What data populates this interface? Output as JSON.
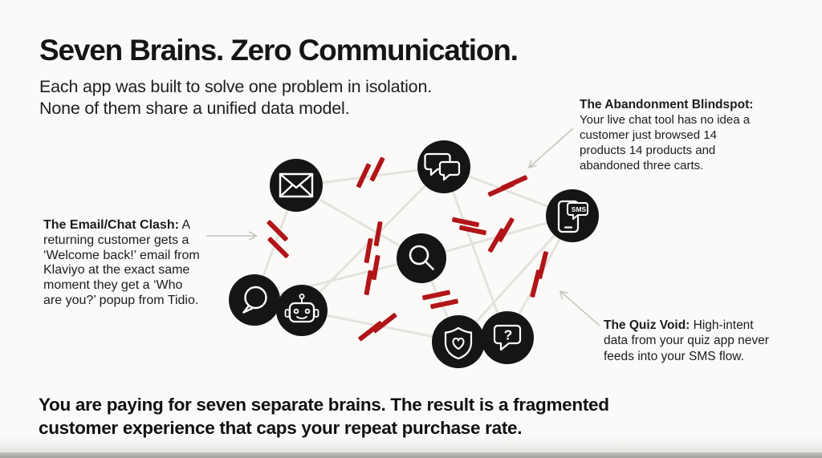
{
  "header": {
    "title": "Seven Brains. Zero Communication.",
    "subtitle_lines": [
      "Each app was built to solve one problem in isolation.",
      "None of them share a unified data model."
    ]
  },
  "callouts": {
    "abandonment": {
      "title": "The Abandonment Blindspot:",
      "lines": [
        "Your live chat tool has no idea a",
        "customer just browsed 14",
        "products 14 products and",
        "abandoned three carts."
      ]
    },
    "email_chat": {
      "title": "The Email/Chat Clash:",
      "lead": "A",
      "lines": [
        "returning customer gets a",
        "‘Welcome back!’ email from",
        "Klaviyo at the exact same",
        "moment they get a ‘Who",
        "are you?’ popup from Tidio."
      ]
    },
    "quiz": {
      "title": "The Quiz Void:",
      "lead": "High-intent",
      "lines": [
        "data from your quiz app never",
        "feeds into your SMS flow."
      ]
    }
  },
  "footer": {
    "lines": [
      "You are paying for seven separate brains. The result is a fragmented",
      "customer experience that caps your repeat purchase rate."
    ]
  },
  "diagram": {
    "sms_label": "SMS",
    "question_mark": "?",
    "node_icons": [
      "email-icon",
      "chat-bubbles-icon",
      "sms-phone-icon",
      "search-icon",
      "live-chat-icon",
      "chatbot-icon",
      "shield-heart-icon",
      "question-bubble-icon"
    ],
    "colors": {
      "node_fill": "#161514",
      "broken_link_red": "#b11518",
      "connection_gray": "#e4e2df",
      "callout_arrow_gray": "#c7c5c2",
      "background": "#fbfaf8",
      "text": "#1a1a1a"
    }
  }
}
